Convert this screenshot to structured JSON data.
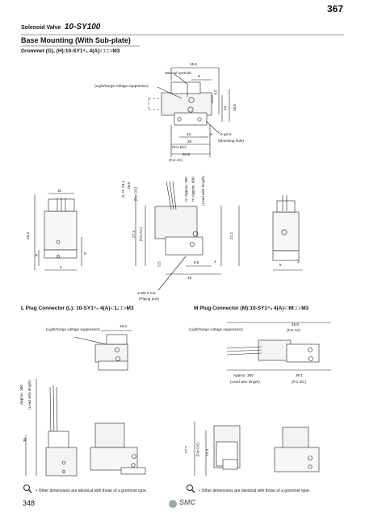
{
  "header": {
    "page_number_top": "367",
    "series_prefix": "Solenoid Valve",
    "series_name": "10-SY100"
  },
  "section": {
    "title": "Base Mounting (With Sub-plate)",
    "grommet_title": "Grommet (G), (H):10-SY1⁴₃ 4(A)-□□□-M3"
  },
  "grommet_top": {
    "manual_override": "Manual override",
    "light_surge": "(Light/Surge voltage suppressor)",
    "dim_15_6": "15.6",
    "dim_9": "9",
    "dim_4_5": "4.5",
    "dim_13_v": "13",
    "dim_15_5": "15.5",
    "dim_13_h": "13",
    "dim_3": "3",
    "dim_2_phi": "2-φ2.6",
    "mounting_hole": "(Mounting hole)",
    "dim_28": "28",
    "for_dc": "(For DC)",
    "dim_34_5": "34.5",
    "for_ac": "(For AC)"
  },
  "grommet_side": {
    "dim_10": "10",
    "dim_25_3": "25.3",
    "dim_6": "6",
    "dim_4": "4",
    "dim_9": "9",
    "g_h_label": "G: H: 26.1",
    "dim_26_8": "26.8",
    "for_dc": "(For DC)",
    "dim_27_3": "27.3",
    "for_ac": "(For AC)",
    "lead_g": "G: Approx. 300",
    "lead_h": "H: Approx. 600",
    "lead_wire": "(Lead wire length)",
    "dim_21_2": "21.2",
    "dim_5_5": "5.5",
    "dim_9_5": "9.5",
    "dim_3": "3",
    "dim_19": "19",
    "port": "3-M3 X 0.5",
    "piping_port": "(Piping port)",
    "dim_5": "5",
    "dim_3b": "3"
  },
  "l_plug": {
    "title": "L Plug Connector (L): 10-SY1⁴₃ 4(A)-□L□□-M3",
    "light_surge": "(Light/Surge voltage suppressor)",
    "dim_15_6": "15.6",
    "lead_approx": "Approx. 300",
    "lead_wire": "(Lead wire length)",
    "dim_36": "36"
  },
  "m_plug": {
    "title": "M Plug Connector (M):10-SY1⁴₃ 4(A)-□M□□-M3",
    "light_surge": "(Light/Surge voltage suppressor)",
    "dim_45_6": "45.6",
    "for_ac": "(For AC)",
    "lead_approx": "Approx. 300",
    "lead_wire": "(Lead wire length)",
    "dim_39_1": "39.1",
    "for_dc": "(For DC)",
    "dim_27_7": "27.7",
    "for_dc_v": "(For DC)",
    "dim_22_4": "22.4"
  },
  "notes": {
    "left": "• Other dimensions are identical with those of a grommet type.",
    "right": "• Other dimensions are identical with those of a grommet type."
  },
  "footer": {
    "page_number": "348",
    "logo": "SMC"
  }
}
